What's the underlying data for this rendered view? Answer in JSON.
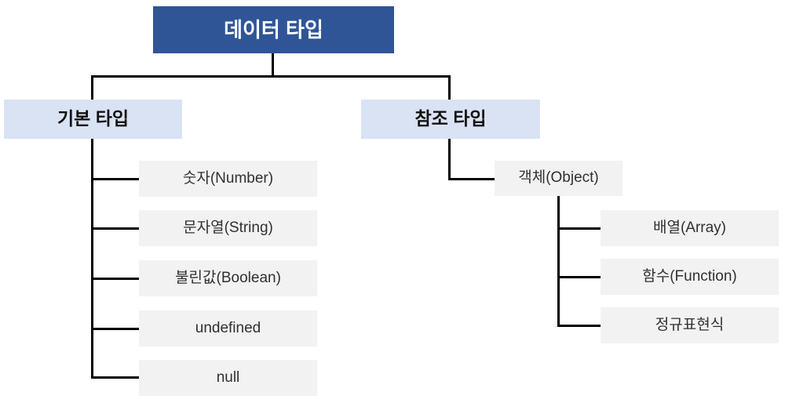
{
  "colors": {
    "root_bg": "#2F5597",
    "root_text": "#FFFFFF",
    "group_bg": "#DAE3F3",
    "group_text": "#111111",
    "leaf_bg": "#F2F2F2",
    "leaf_text": "#303030",
    "line": "#000000",
    "canvas_bg": "#FFFFFF"
  },
  "tree": {
    "root": "데이터 타입",
    "left": {
      "label": "기본 타입",
      "children": [
        "숫자(Number)",
        "문자열(String)",
        "불린값(Boolean)",
        "undefined",
        "null"
      ]
    },
    "right": {
      "label": "참조 타입",
      "child": {
        "label": "객체(Object)",
        "children": [
          "배열(Array)",
          "함수(Function)",
          "정규표현식"
        ]
      }
    }
  }
}
